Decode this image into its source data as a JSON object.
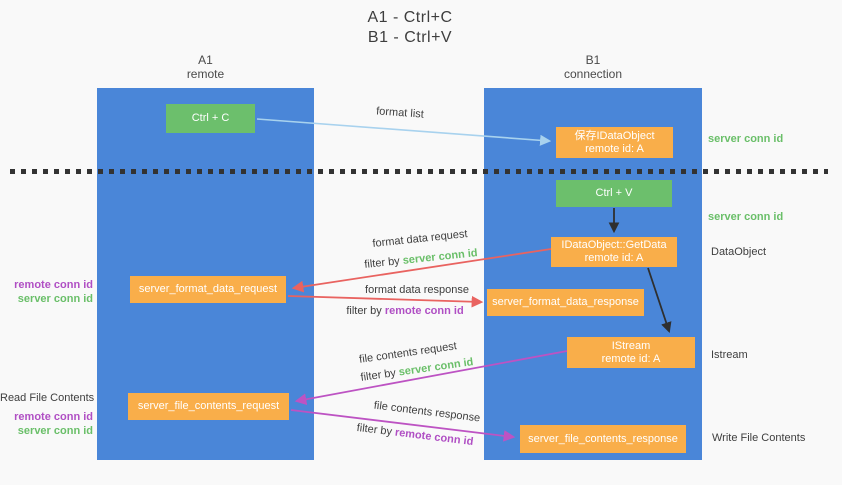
{
  "title": {
    "line1": "A1 - Ctrl+C",
    "line2": "B1 - Ctrl+V"
  },
  "lanes": {
    "left": {
      "id": "A1",
      "subtitle": "remote"
    },
    "right": {
      "id": "B1",
      "subtitle": "connection"
    }
  },
  "nodes": {
    "ctrl_c": {
      "label": "Ctrl + C"
    },
    "ctrl_v": {
      "label": "Ctrl + V"
    },
    "save_dataobject": {
      "line1": "保存IDataObject",
      "line2": "remote id: A"
    },
    "getdata": {
      "line1": "IDataObject::GetData",
      "line2": "remote id: A"
    },
    "istream": {
      "line1": "IStream",
      "line2": "remote id: A"
    },
    "format_request": {
      "label": "server_format_data_request"
    },
    "format_response": {
      "label": "server_format_data_response"
    },
    "file_request": {
      "label": "server_file_contents_request"
    },
    "file_response": {
      "label": "server_file_contents_response"
    }
  },
  "arrows": {
    "format_list": {
      "label": "format list"
    },
    "format_data_request": {
      "label": "format data request",
      "filter_prefix": "filter by ",
      "filter_key": "server conn id"
    },
    "format_data_response": {
      "label": "format data response",
      "filter_prefix": "filter by ",
      "filter_key": "remote conn id"
    },
    "file_contents_request": {
      "label": "file contents request",
      "filter_prefix": "filter by ",
      "filter_key": "server conn id"
    },
    "file_contents_response": {
      "label": "file contents response",
      "filter_prefix": "filter by ",
      "filter_key": "remote conn id"
    }
  },
  "side_labels": {
    "right": {
      "server_conn_id_top": "server conn id",
      "server_conn_id_mid": "server conn id",
      "dataobject": "DataObject",
      "istream": "Istream",
      "write_file_contents": "Write File Contents"
    },
    "left": {
      "remote_conn_id_top": "remote conn id",
      "server_conn_id_top": "server conn id",
      "read_file_contents": "Read File Contents",
      "remote_conn_id_bottom": "remote conn id",
      "server_conn_id_bottom": "server conn id"
    }
  },
  "colors": {
    "lane_blue": "#4a86d8",
    "node_orange": "#f9ae4a",
    "node_green": "#6cbf6c",
    "arrow_red": "#e96360",
    "arrow_magenta": "#bd53c3",
    "arrow_lightblue": "#a8d2ee",
    "arrow_black": "#2f2f2f",
    "text_green": "#6abf69",
    "text_purple": "#b04fc4",
    "text_dark": "#3e3e3e",
    "background": "#f9f9f9"
  }
}
